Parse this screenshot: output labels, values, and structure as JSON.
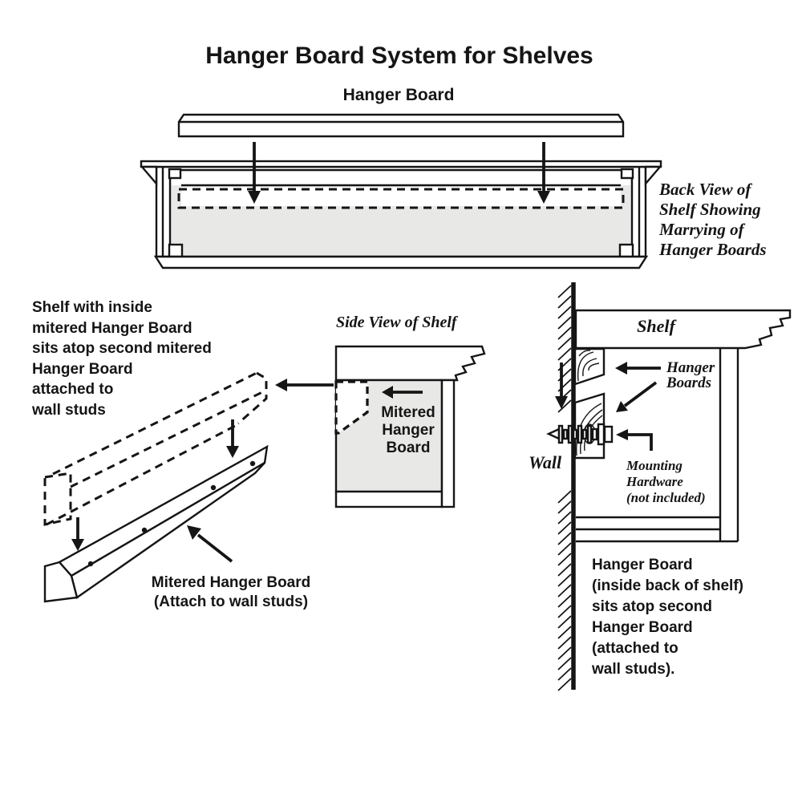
{
  "title": "Hanger Board System for Shelves",
  "colors": {
    "ink": "#151515",
    "panel_gray": "#e8e9e7"
  },
  "back_view": {
    "board_label": "Hanger Board",
    "caption_lines": [
      "Back View of",
      "Shelf Showing",
      "Marrying of",
      "Hanger Boards"
    ]
  },
  "mitered_3d": {
    "note_lines": [
      "Shelf with inside",
      "mitered Hanger Board",
      "sits atop second mitered",
      "Hanger Board",
      "attached to",
      "wall studs"
    ],
    "label_lines": [
      "Mitered Hanger Board",
      "(Attach to wall studs)"
    ]
  },
  "side_view": {
    "title": "Side View of Shelf",
    "board_label_lines": [
      "Mitered",
      "Hanger",
      "Board"
    ]
  },
  "wall_section": {
    "shelf_label": "Shelf",
    "hanger_boards_label_lines": [
      "Hanger",
      "Boards"
    ],
    "wall_label": "Wall",
    "mounting_label_lines": [
      "Mounting",
      "Hardware",
      "(not included)"
    ],
    "note_lines": [
      "Hanger Board",
      "(inside back of shelf)",
      "sits atop second",
      "Hanger Board",
      "(attached to",
      "wall studs)."
    ]
  }
}
